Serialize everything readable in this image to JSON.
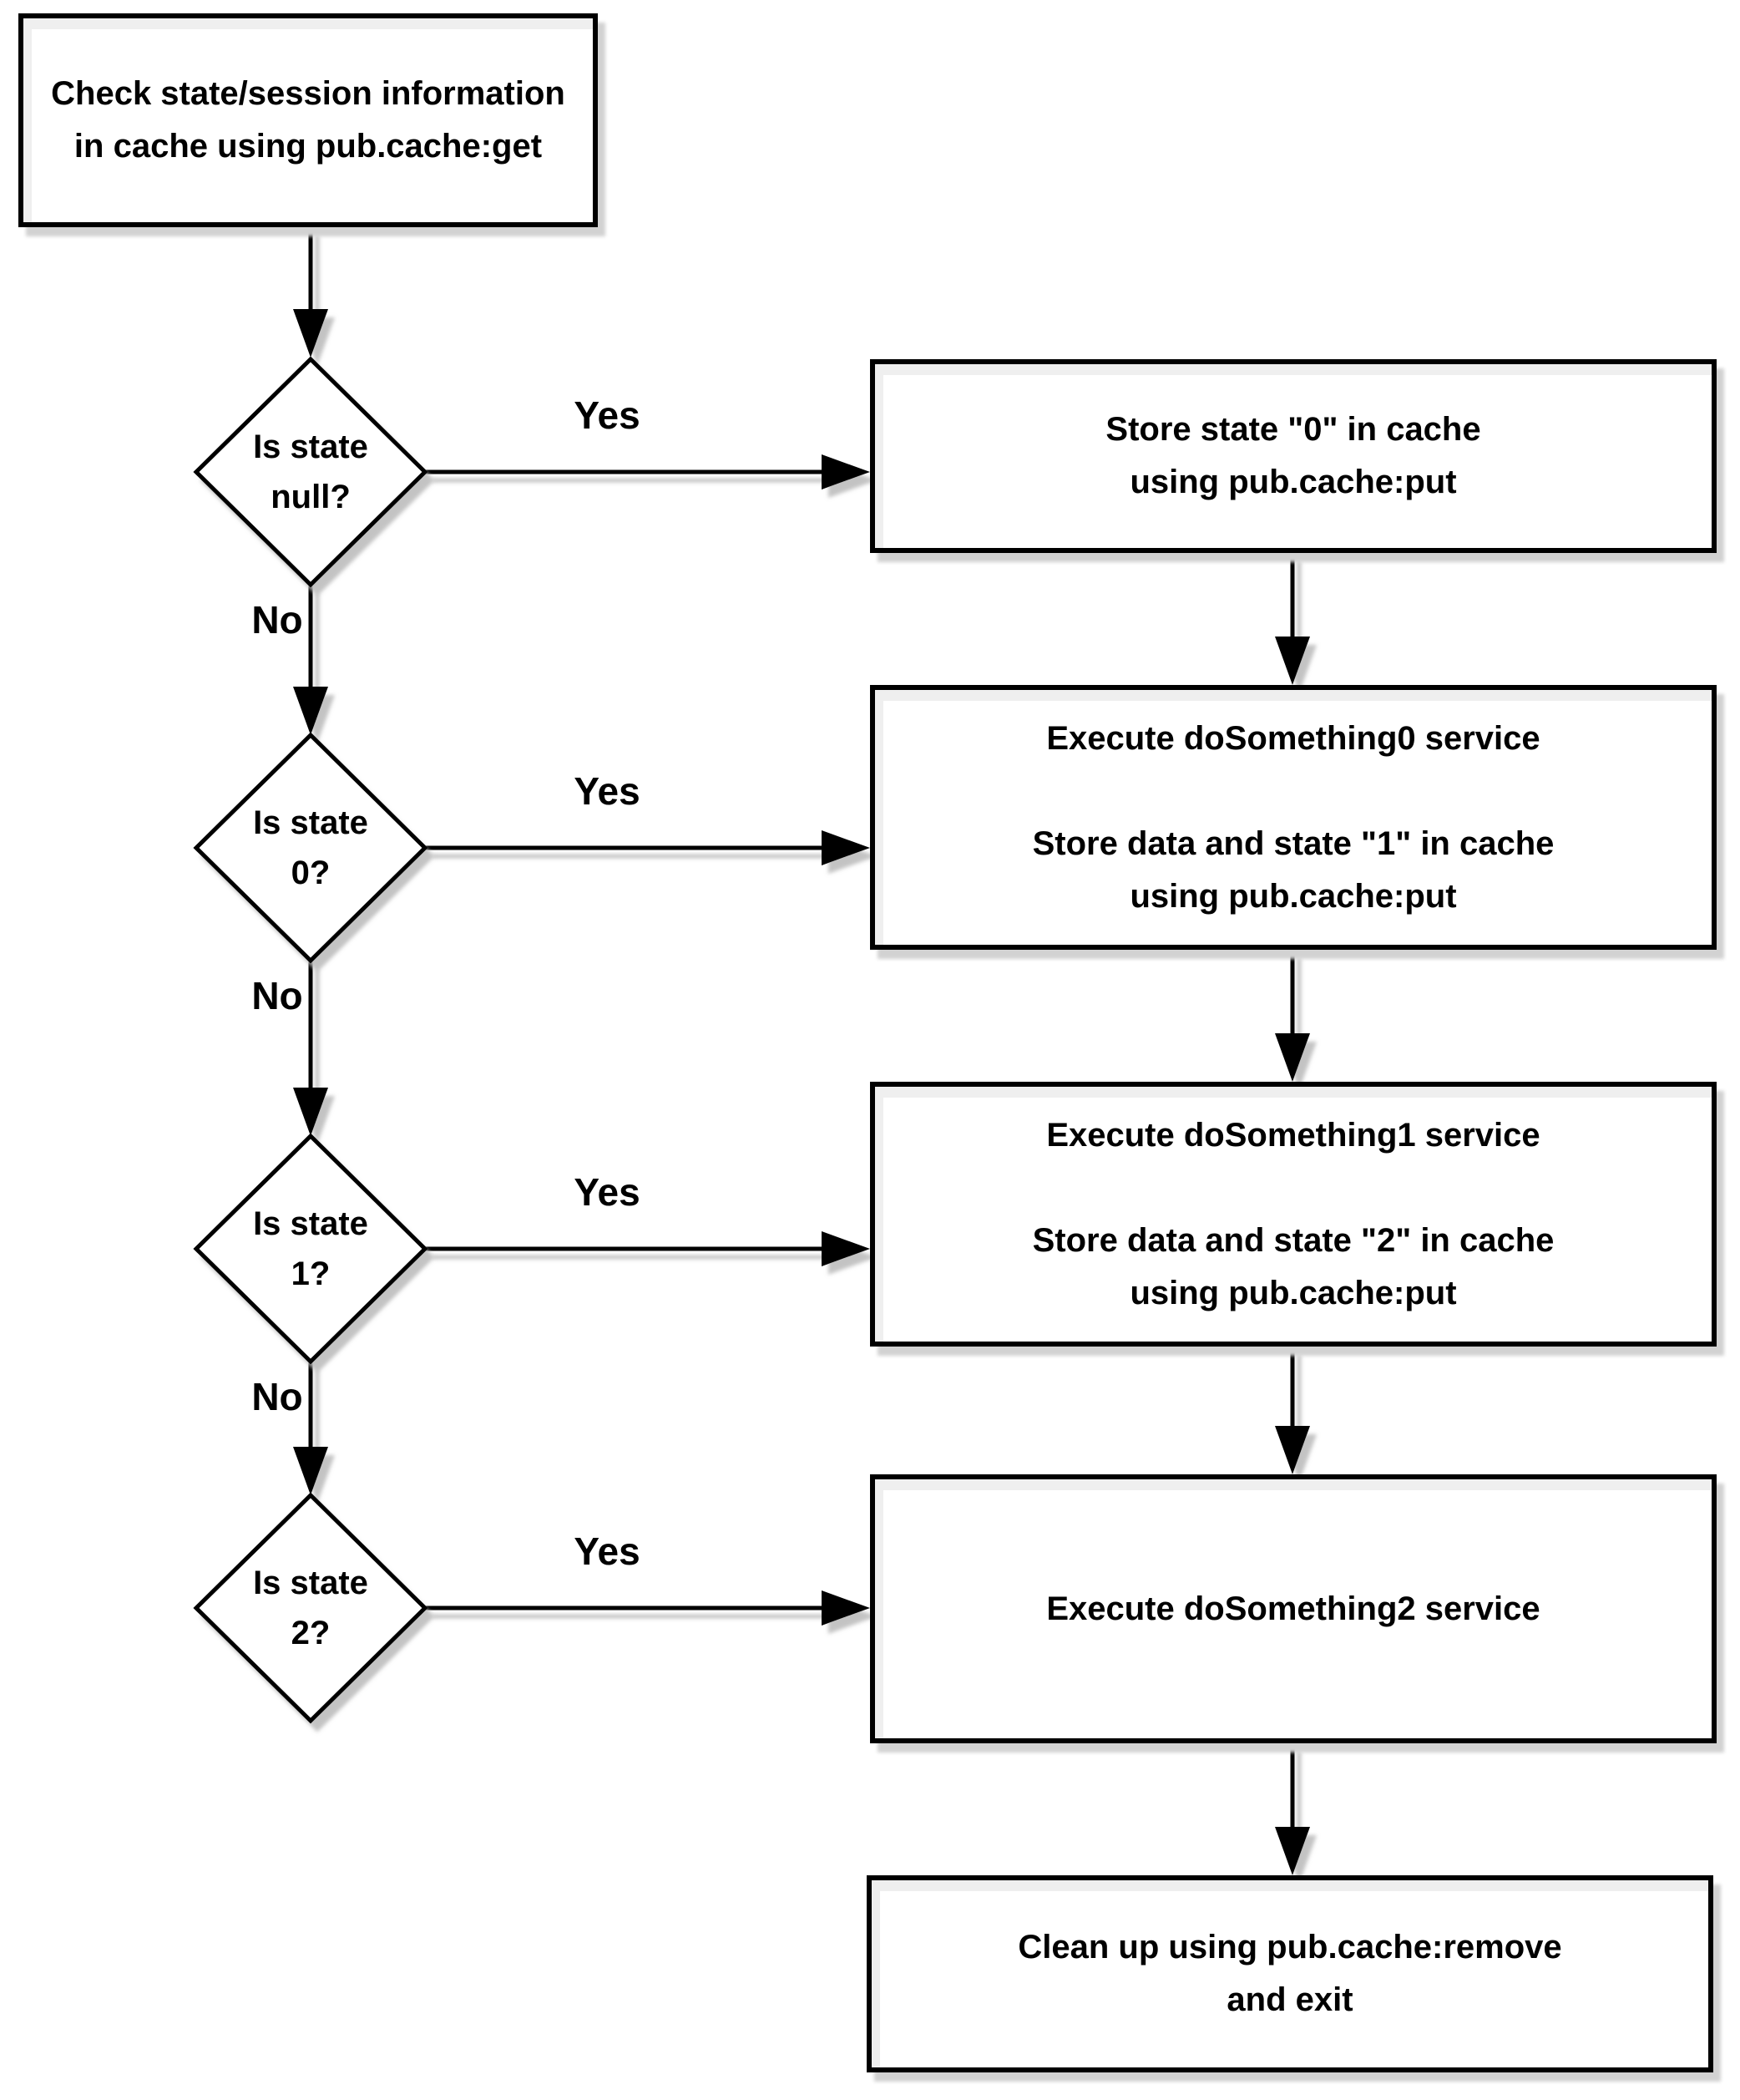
{
  "flowchart": {
    "title_hint": "cache state/session flowchart",
    "colors": {
      "stroke": "#000000",
      "fill": "#ffffff",
      "shadow": "#d2d2d2"
    },
    "start": {
      "text": "Check state/session information\nin cache using pub.cache:get"
    },
    "decisions": [
      {
        "label": "Is state\nnull?",
        "yes_label": "Yes",
        "no_label": "No"
      },
      {
        "label": "Is state\n0?",
        "yes_label": "Yes",
        "no_label": "No"
      },
      {
        "label": "Is state\n1?",
        "yes_label": "Yes",
        "no_label": "No"
      },
      {
        "label": "Is state\n2?",
        "yes_label": "Yes"
      }
    ],
    "processes": [
      {
        "text": "Store state \"0\" in cache\nusing pub.cache:put"
      },
      {
        "text": "Execute doSomething0 service\n\nStore data and state \"1\" in cache\nusing pub.cache:put"
      },
      {
        "text": "Execute doSomething1 service\n\nStore data and state \"2\" in cache\nusing pub.cache:put"
      },
      {
        "text": "Execute doSomething2 service"
      },
      {
        "text": "Clean up using pub.cache:remove\nand exit"
      }
    ]
  }
}
